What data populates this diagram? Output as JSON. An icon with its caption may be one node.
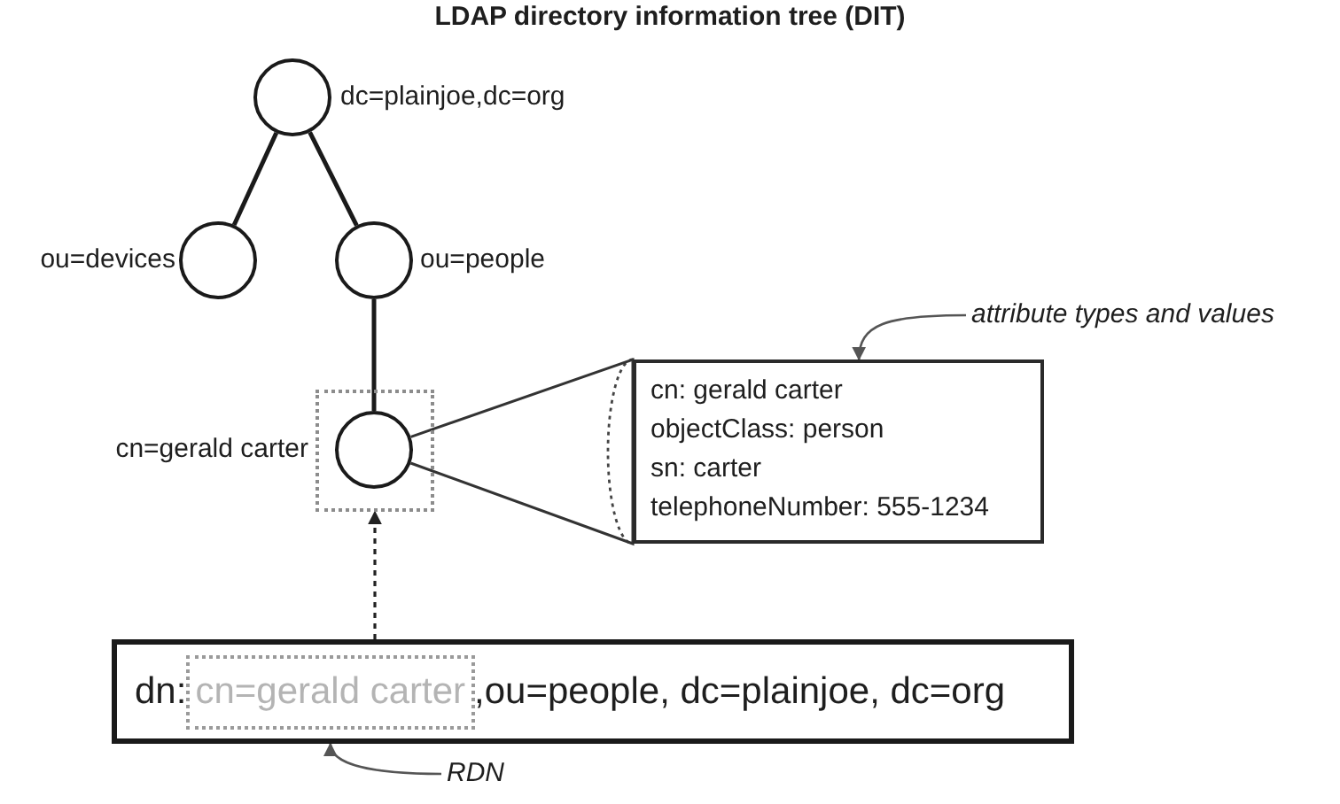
{
  "diagram": {
    "title": "LDAP directory information tree (DIT)",
    "nodes": [
      {
        "text": [],
        "shape": "circle",
        "beside": [
          "dc=plainjoe,dc=org"
        ]
      },
      {
        "text": [],
        "shape": "circle",
        "beside": [
          "ou=devices"
        ]
      },
      {
        "text": [],
        "shape": "circle",
        "beside": [
          "ou=people"
        ]
      },
      {
        "text": [
          "attribute types and values"
        ]
      },
      {
        "text": [
          "cn: gerald carter",
          "objectClass: person",
          "sn: carter",
          "telephoneNumber: 555-1234"
        ]
      },
      {
        "text": [],
        "shape": "box"
      },
      {
        "text": [],
        "shape": "circle",
        "in": 5,
        "beside": [
          "cn=gerald carter"
        ]
      },
      {
        "text": [
          "dn:",
          ",ou=people, dc=plainjoe, dc=org"
        ]
      },
      {
        "text": [
          "cn=gerald carter"
        ],
        "in": 7
      },
      {
        "text": [
          "RDN"
        ]
      }
    ],
    "edges": [
      {
        "from": 0,
        "to": 1,
        "arrow": "none"
      },
      {
        "from": 0,
        "to": 2,
        "arrow": "none"
      },
      {
        "from": 2,
        "to": 6,
        "arrow": "none"
      },
      {
        "from": 6,
        "to": 4,
        "arrow": "none"
      },
      {
        "from": 3,
        "to": 4,
        "arrow": "to"
      },
      {
        "from": 8,
        "to": 5,
        "arrow": "to",
        "style": "dashed"
      },
      {
        "from": 9,
        "to": 8,
        "arrow": "to"
      }
    ]
  }
}
